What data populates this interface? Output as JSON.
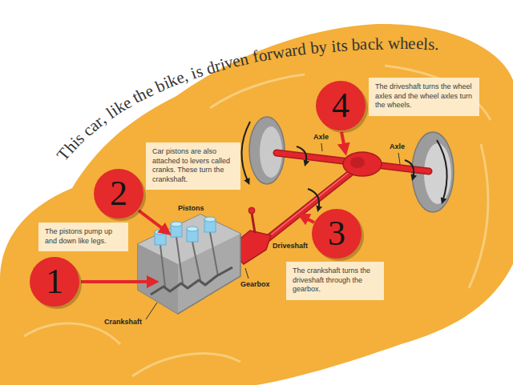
{
  "diagram": {
    "title": "This car, like the bike, is driven forward by its back wheels.",
    "nodes": [
      {
        "text": [
          "1"
        ]
      },
      {
        "text": [
          "The pistons pump up and down like legs."
        ]
      },
      {
        "text": [
          "2"
        ]
      },
      {
        "text": [
          "Car pistons are also attached to levers called cranks. These turn the crankshaft."
        ]
      },
      {
        "text": [
          "3"
        ]
      },
      {
        "text": [
          "The crankshaft turns the driveshaft through the gearbox."
        ]
      },
      {
        "text": [
          "4"
        ]
      },
      {
        "text": [
          "The driveshaft turns the wheel axles and the wheel axles turn the wheels."
        ]
      }
    ],
    "labels": [
      "Pistons",
      "Crankshaft",
      "Gearbox",
      "Driveshaft",
      "Axle",
      "Axle"
    ]
  }
}
